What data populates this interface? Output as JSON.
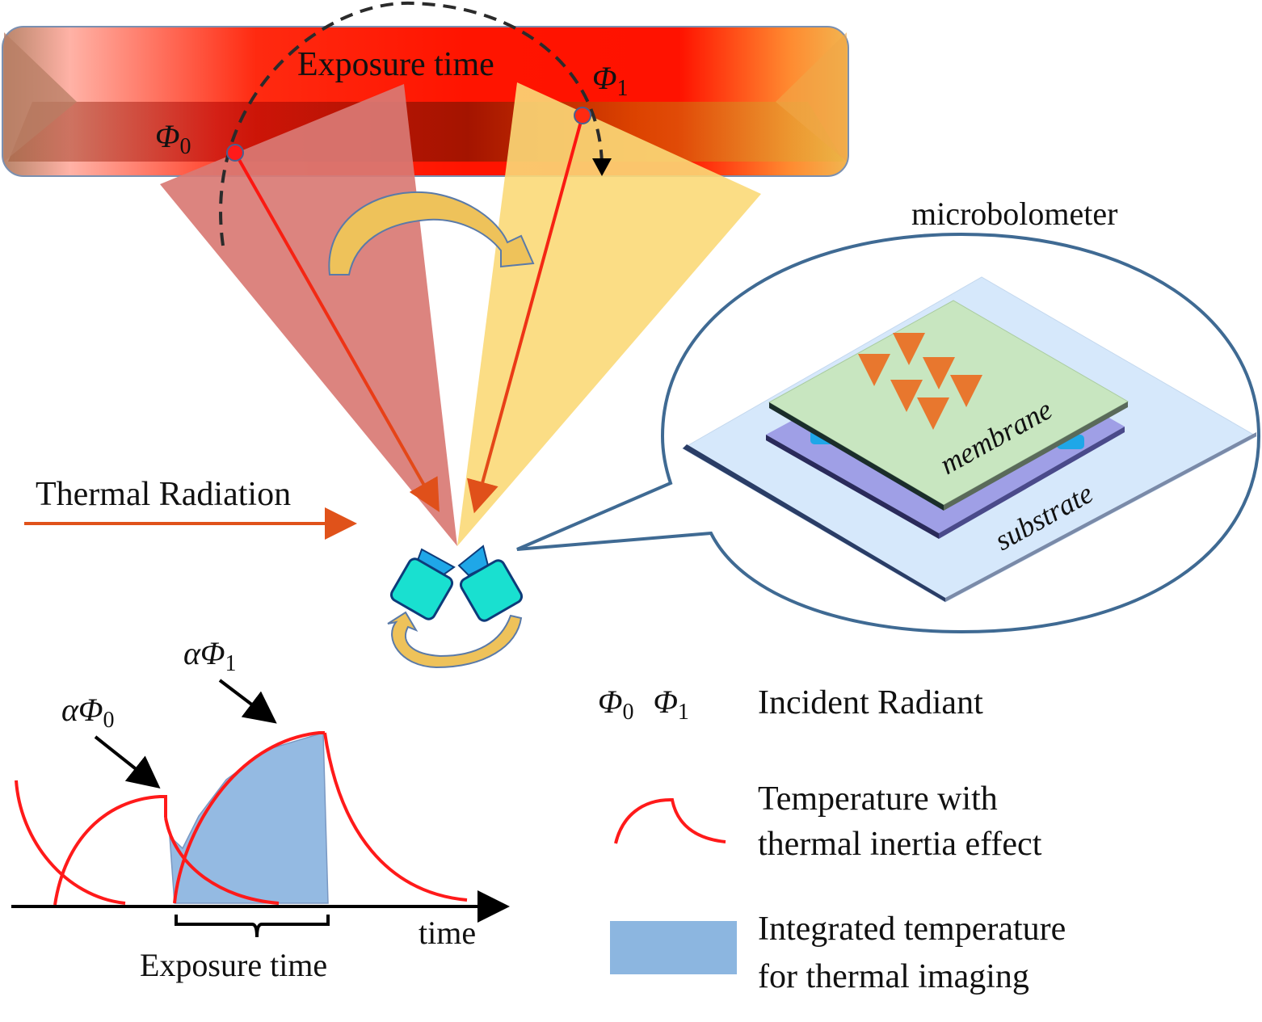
{
  "bar": {
    "label": "Exposure time"
  },
  "points": {
    "phi0": {
      "symbol": "Φ",
      "sub": "0"
    },
    "phi1": {
      "symbol": "Φ",
      "sub": "1"
    }
  },
  "radiation": {
    "label": "Thermal Radiation",
    "arrow_color": "#e0521a"
  },
  "microbolometer": {
    "title": "microbolometer",
    "membrane_label": "membrane",
    "substrate_label": "substrate"
  },
  "plot": {
    "curve0_label": {
      "prefix": "α",
      "symbol": "Φ",
      "sub": "0"
    },
    "curve1_label": {
      "prefix": "α",
      "symbol": "Φ",
      "sub": "1"
    },
    "x_label": "time",
    "exposure_label": "Exposure time"
  },
  "legend": {
    "radiant": {
      "sym0": "Φ",
      "sub0": "0",
      "sym1": "Φ",
      "sub1": "1",
      "label": "Incident Radiant"
    },
    "temperature": {
      "line1": "Temperature with",
      "line2": "thermal inertia effect"
    },
    "integrated": {
      "line1": "Integrated temperature",
      "line2": "for thermal imaging"
    }
  },
  "colors": {
    "curve": "#ff1a1a",
    "fill": "#7aa9dc",
    "cone_red": "#d97a74",
    "cone_yellow": "#fbd978",
    "membrane": "#c8e6c0",
    "substrate_inner": "#9f9fe6",
    "substrate_outer": "#d6e8fb",
    "callout_stroke": "#3f6a93",
    "detector": "#19e0d0"
  }
}
